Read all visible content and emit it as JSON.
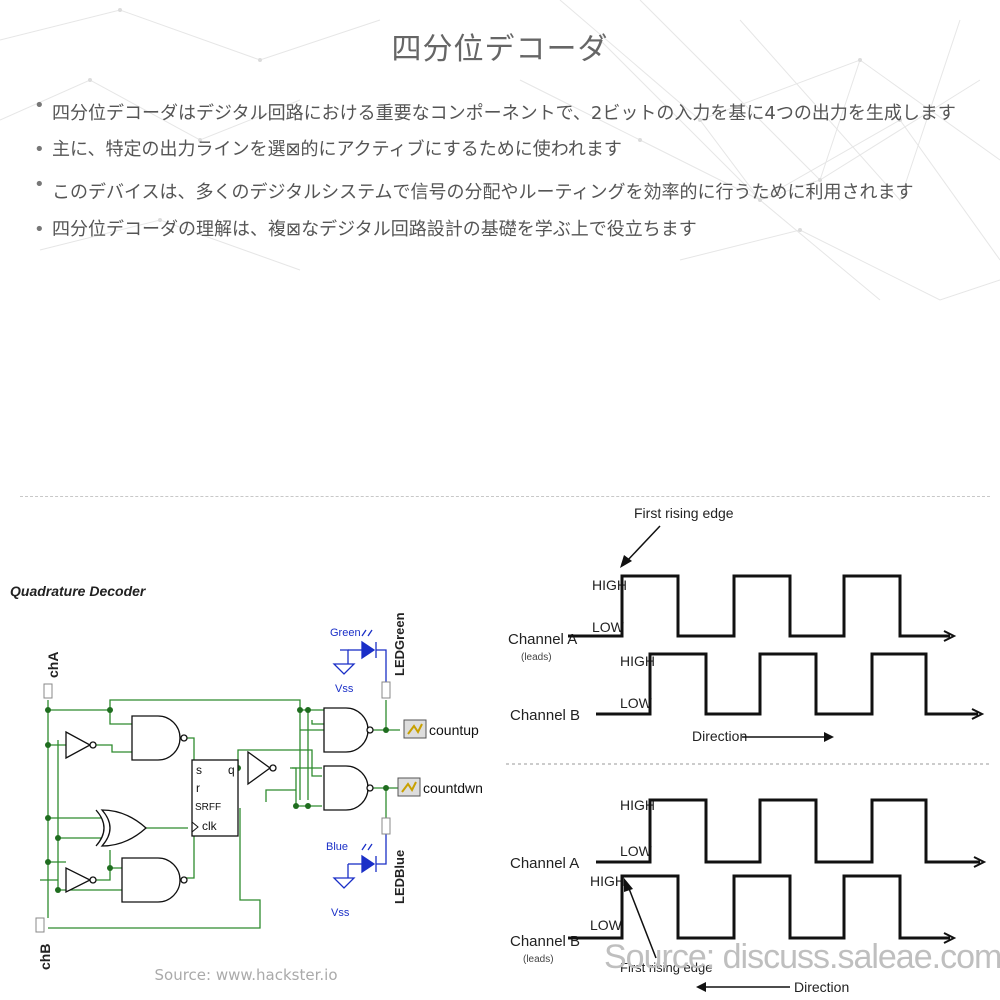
{
  "page": {
    "title": "四分位デコーダ",
    "bullets": [
      "四分位デコーダはデジタル回路における重要なコンポーネントで、2ビットの入力を基に4つの出力を生成します",
      "主に、特定の出力ラインを選⊠的にアクティブにするために使われます",
      "このデバイスは、多くのデジタルシステムで信号の分配やルーティングを効率的に行うために利用されます",
      "四分位デコーダの理解は、複⊠なデジタル回路設計の基礎を学ぶ上で役立ちます"
    ]
  },
  "left_figure": {
    "title": "Quadrature Decoder",
    "labels": {
      "chA": "chA",
      "chB": "chB",
      "green": "Green",
      "blue": "Blue",
      "vss1": "Vss",
      "vss2": "Vss",
      "led_green": "LEDGreen",
      "led_blue": "LEDBlue",
      "countup": "countup",
      "countdwn": "countdwn",
      "ff_s": "s",
      "ff_q": "q",
      "ff_r": "r",
      "ff_name": "SRFF",
      "ff_clk": "clk"
    },
    "source": "Source: www.hackster.io"
  },
  "right_figure": {
    "top": {
      "annotation": "First rising edge",
      "channel_a": "Channel A",
      "channel_a_sub": "(leads)",
      "channel_b": "Channel B",
      "high_a": "HIGH",
      "low_a": "LOW",
      "high_b": "HIGH",
      "low_b": "LOW",
      "direction": "Direction"
    },
    "bottom": {
      "annotation": "First rising edge",
      "channel_a": "Channel A",
      "channel_b": "Channel B",
      "channel_b_sub": "(leads)",
      "high_a": "HIGH",
      "low_a": "LOW",
      "high_b": "HIGH",
      "low_b": "LOW",
      "direction": "Direction"
    },
    "source": "Source: discuss.saleae.com"
  }
}
